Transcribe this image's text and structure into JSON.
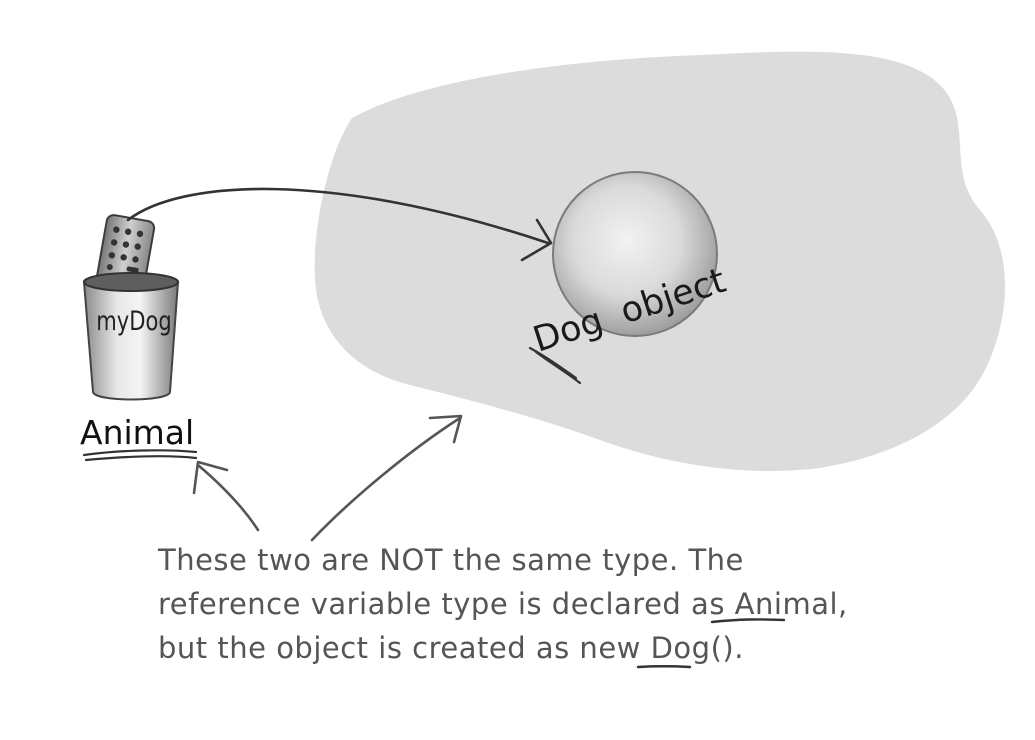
{
  "reference": {
    "variable_name": "myDog",
    "type_label": "Animal"
  },
  "object": {
    "label_word1": "Dog",
    "label_word2": "object"
  },
  "note": {
    "line1": "These two are NOT the same type. The",
    "line2_pre": "reference variable type is declared as ",
    "line2_type": "Animal",
    "line2_post": ",",
    "line3_pre": "but the object is created as new ",
    "line3_type": "Dog",
    "line3_post": "()."
  },
  "colors": {
    "heap": "#dcdcdc",
    "ink": "#333333",
    "note_text": "#555555"
  }
}
